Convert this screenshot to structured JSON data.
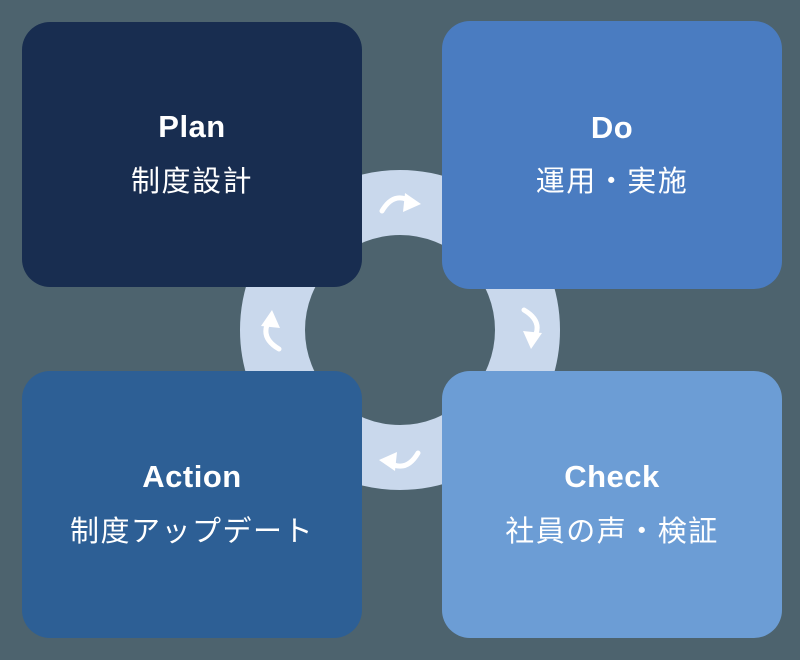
{
  "canvas": {
    "background_color": "#4d636e"
  },
  "cycle_ring": {
    "color": "#c9d8ec",
    "arrow_color": "#ffffff",
    "direction": "clockwise",
    "arrow_count": 4
  },
  "steps": [
    {
      "id": "plan",
      "label": "Plan",
      "description": "制度設計",
      "color": "#182d50",
      "position": "top-left"
    },
    {
      "id": "do",
      "label": "Do",
      "description": "運用・実施",
      "color": "#4a7cc1",
      "position": "top-right"
    },
    {
      "id": "check",
      "label": "Check",
      "description": "社員の声・検証",
      "color": "#6c9dd5",
      "position": "bottom-right"
    },
    {
      "id": "action",
      "label": "Action",
      "description": "制度アップデート",
      "color": "#2d5f95",
      "position": "bottom-left"
    }
  ],
  "text_color": "#ffffff"
}
